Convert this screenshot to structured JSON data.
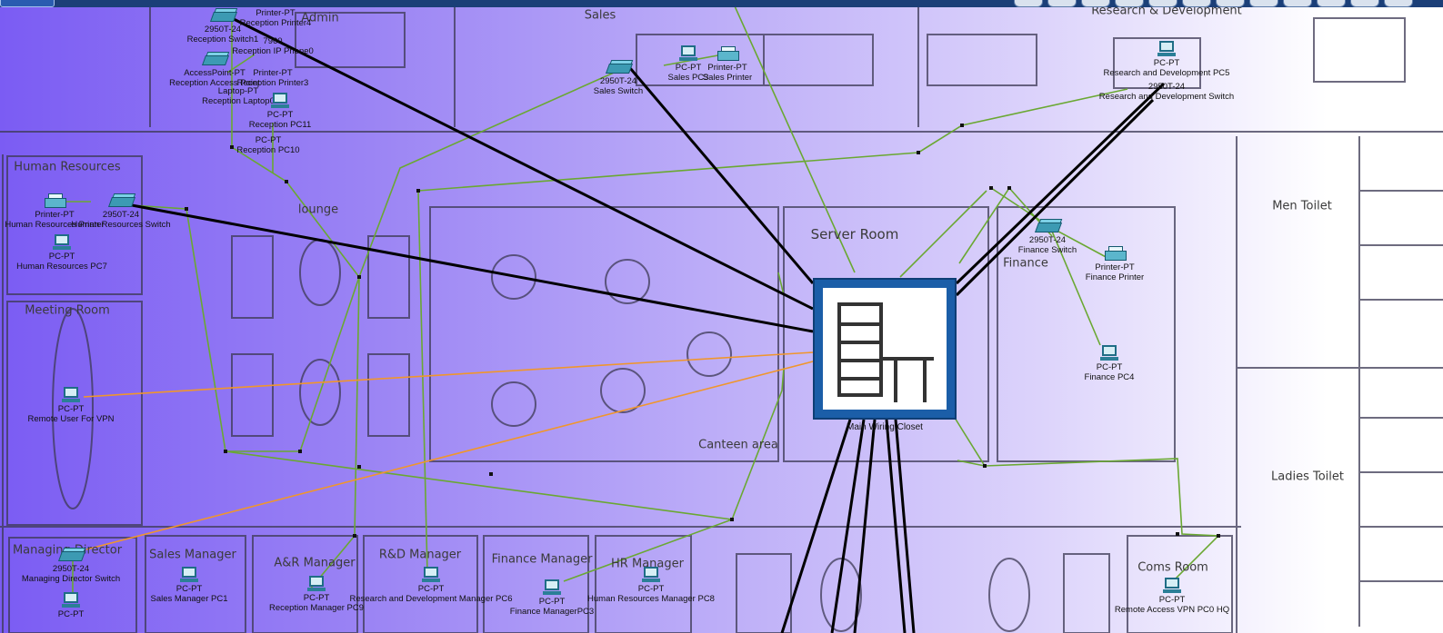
{
  "rooms": {
    "admin": "Admin",
    "sales": "Sales",
    "research": "Research & Development",
    "human_resources": "Human Resources",
    "lounge": "lounge",
    "server_room": "Server Room",
    "finance": "Finance",
    "men_toilet": "Men Toilet",
    "ladies_toilet": "Ladies Toilet",
    "meeting_room": "Meeting Room",
    "canteen": "Canteen area",
    "sales_manager": "Sales Manager",
    "ar_manager": "A&R Manager",
    "rd_manager": "R&D Manager",
    "finance_manager": "Finance Manager",
    "hr_manager": "HR Manager",
    "managing_director": "Managing Director",
    "coms_room": "Coms Room"
  },
  "devices": {
    "reception_switch": {
      "type": "2950T-24",
      "name": "Reception Switch1"
    },
    "reception_printer4": {
      "type": "Printer-PT",
      "name": "Reception Printer4"
    },
    "reception_ip_phone": {
      "type": "7960",
      "name": "Reception IP Phone0"
    },
    "reception_ap": {
      "type": "AccessPoint-PT",
      "name": "Reception Access Point"
    },
    "reception_printer3": {
      "type": "Printer-PT",
      "name": "Reception Printer3"
    },
    "reception_laptop": {
      "type": "Laptop-PT",
      "name": "Reception Laptop0"
    },
    "reception_pc11": {
      "type": "PC-PT",
      "name": "Reception PC11"
    },
    "reception_pc10": {
      "type": "PC-PT",
      "name": "Reception PC10"
    },
    "sales_switch": {
      "type": "2950T-24",
      "name": "Sales Switch"
    },
    "sales_pc": {
      "type": "PC-PT",
      "name": "Sales PC3"
    },
    "sales_printer": {
      "type": "Printer-PT",
      "name": "Sales Printer"
    },
    "rd_pc5": {
      "type": "PC-PT",
      "name": "Research and Development PC5"
    },
    "rd_switch": {
      "type": "2950T-24",
      "name": "Research and Development Switch"
    },
    "hr_printer": {
      "type": "Printer-PT",
      "name": "Human Resources Printer"
    },
    "hr_switch": {
      "type": "2950T-24",
      "name": "Human Resources Switch"
    },
    "hr_pc7": {
      "type": "PC-PT",
      "name": "Human Resources PC7"
    },
    "finance_switch": {
      "type": "2950T-24",
      "name": "Finance Switch"
    },
    "finance_printer": {
      "type": "Printer-PT",
      "name": "Finance Printer"
    },
    "finance_pc4": {
      "type": "PC-PT",
      "name": "Finance PC4"
    },
    "vpn_user": {
      "type": "PC-PT",
      "name": "Remote User For VPN"
    },
    "md_switch": {
      "type": "2950T-24",
      "name": "Managing Director Switch"
    },
    "md_pc": {
      "type": "PC-PT",
      "name": ""
    },
    "sales_manager_pc": {
      "type": "PC-PT",
      "name": "Sales Manager PC1"
    },
    "reception_manager_pc": {
      "type": "PC-PT",
      "name": "Reception Manager PC9"
    },
    "rd_manager_pc": {
      "type": "PC-PT",
      "name": "Research and Development Manager PC6"
    },
    "finance_manager_pc": {
      "type": "PC-PT",
      "name": "Finance ManagerPC3"
    },
    "hr_manager_pc": {
      "type": "PC-PT",
      "name": "Human Resources Manager PC8"
    },
    "coms_pc": {
      "type": "PC-PT",
      "name": "Remote Access VPN PC0 HQ"
    }
  },
  "closet": {
    "name": "Main Wiring Closet",
    "icon": "rack-icon"
  },
  "colors": {
    "copper_straight": "#000000",
    "copper_cross": "#6aa832",
    "serial": "#f0962c",
    "closet_frame": "#1b5ea8"
  }
}
